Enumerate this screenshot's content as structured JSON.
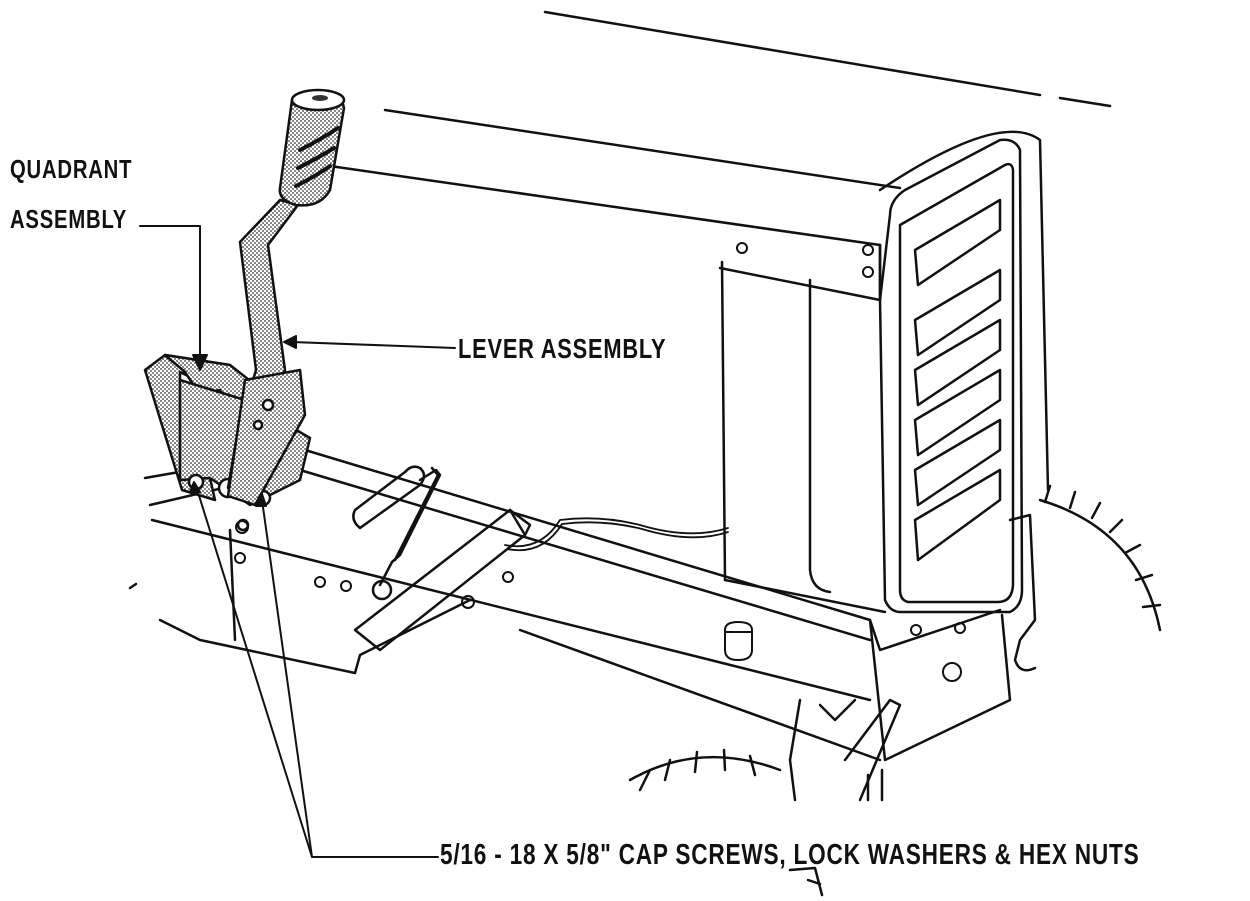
{
  "labels": {
    "quadrant_line1": "QUADRANT",
    "quadrant_line2": "ASSEMBLY",
    "lever": "LEVER ASSEMBLY",
    "screws": "5/16 - 18 X 5/8\" CAP SCREWS, LOCK WASHERS & HEX NUTS"
  },
  "colors": {
    "ink": "#111111",
    "shade": "#9a9a9a",
    "paper": "#ffffff"
  }
}
